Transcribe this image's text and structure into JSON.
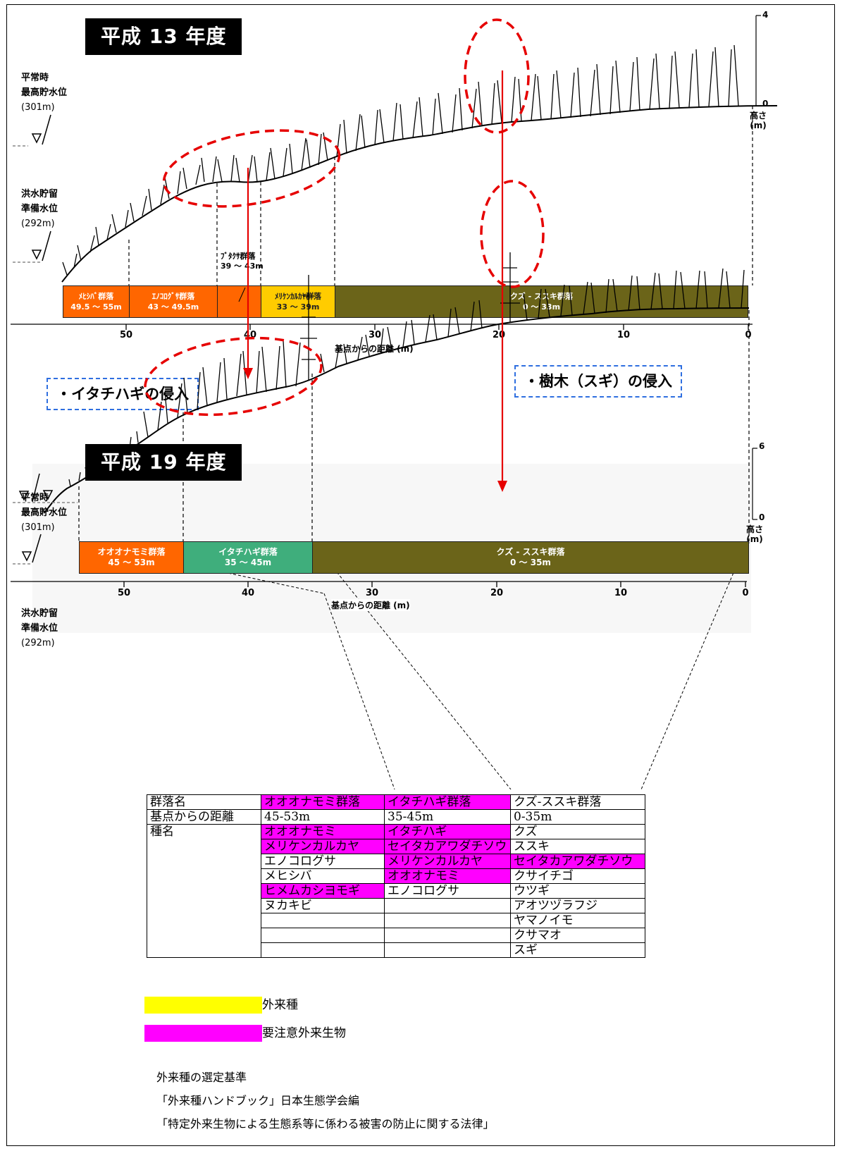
{
  "panel_top": {
    "year": "平成 13 年度",
    "normal_level": {
      "l1": "平常時",
      "l2": "最高貯水位",
      "value": "(301m)"
    },
    "flood_level": {
      "l1": "洪水貯留",
      "l2": "準備水位",
      "value": "(292m)"
    },
    "height_max": "4",
    "height_zero": "0",
    "height_label": "高さ",
    "height_unit": "(m)",
    "floating_label": {
      "name": "ﾌﾞﾀｸｻ群落",
      "range": "39 ～ 43m"
    },
    "bands": [
      {
        "name": "ﾒﾋｼﾊﾞ群落",
        "range": "49.5 ～ 55m",
        "color": "#ff6600"
      },
      {
        "name": "ｴﾉｺﾛｸﾞｻ群落",
        "range": "43 ～ 49.5m",
        "color": "#ff6600"
      },
      {
        "name": "",
        "range": "",
        "color": "#ff6600"
      },
      {
        "name": "ﾒﾘｹﾝｶﾙｶﾔ群落",
        "range": "33 ～ 39m",
        "color": "#ffcc00"
      },
      {
        "name": "クズ - ススキ群落",
        "range": "0 ～ 33m",
        "color": "#6b6419"
      }
    ],
    "axis_ticks": [
      "50",
      "40",
      "30",
      "20",
      "10",
      "0"
    ],
    "axis_title": "基点からの距離 (m)"
  },
  "annotations": {
    "left": "・イタチハギの侵入",
    "right": "・樹木（スギ）の侵入"
  },
  "panel_bottom": {
    "year": "平成 19 年度",
    "normal_level": {
      "l1": "平常時",
      "l2": "最高貯水位",
      "value": "(301m)"
    },
    "flood_level": {
      "l1": "洪水貯留",
      "l2": "準備水位",
      "value": "(292m)"
    },
    "height_max": "6",
    "height_zero": "0",
    "height_label": "高さ",
    "height_unit": "(m)",
    "bands": [
      {
        "name": "オオオナモミ群落",
        "range": "45 ～ 53m",
        "color": "#ff6600"
      },
      {
        "name": "イタチハギ群落",
        "range": "35 ～ 45m",
        "color": "#3fae7c"
      },
      {
        "name": "クズ - ススキ群落",
        "range": "0 ～ 35m",
        "color": "#6b6419"
      }
    ],
    "axis_ticks": [
      "50",
      "40",
      "30",
      "20",
      "10",
      "0"
    ],
    "axis_title": "基点からの距離 (m)"
  },
  "table": {
    "header": [
      "群落名",
      "オオオナモミ群落",
      "イタチハギ群落",
      "クズ-ススキ群落"
    ],
    "distance": [
      "基点からの距離",
      "45-53m",
      "35-45m",
      "0-35m"
    ],
    "species_label": "種名",
    "rows": [
      [
        {
          "t": "オオオナモミ",
          "h": "m"
        },
        {
          "t": "イタチハギ",
          "h": "m"
        },
        {
          "t": "クズ",
          "h": ""
        }
      ],
      [
        {
          "t": "メリケンカルカヤ",
          "h": "m"
        },
        {
          "t": "セイタカアワダチソウ",
          "h": "m"
        },
        {
          "t": "ススキ",
          "h": ""
        }
      ],
      [
        {
          "t": "エノコログサ",
          "h": ""
        },
        {
          "t": "メリケンカルカヤ",
          "h": "m"
        },
        {
          "t": "セイタカアワダチソウ",
          "h": "m"
        }
      ],
      [
        {
          "t": "メヒシバ",
          "h": ""
        },
        {
          "t": "オオオナモミ",
          "h": "m"
        },
        {
          "t": "クサイチゴ",
          "h": ""
        }
      ],
      [
        {
          "t": "ヒメムカシヨモギ",
          "h": "m"
        },
        {
          "t": "エノコログサ",
          "h": ""
        },
        {
          "t": "ウツギ",
          "h": ""
        }
      ],
      [
        {
          "t": "ヌカキビ",
          "h": ""
        },
        {
          "t": "",
          "h": ""
        },
        {
          "t": "アオツヅラフジ",
          "h": ""
        }
      ],
      [
        {
          "t": "",
          "h": ""
        },
        {
          "t": "",
          "h": ""
        },
        {
          "t": "ヤマノイモ",
          "h": ""
        }
      ],
      [
        {
          "t": "",
          "h": ""
        },
        {
          "t": "",
          "h": ""
        },
        {
          "t": "クサマオ",
          "h": ""
        }
      ],
      [
        {
          "t": "",
          "h": ""
        },
        {
          "t": "",
          "h": ""
        },
        {
          "t": "スギ",
          "h": ""
        }
      ]
    ]
  },
  "legend": [
    {
      "label": "外来種",
      "color": "#ffff00"
    },
    {
      "label": "要注意外来生物",
      "color": "#ff00ff"
    }
  ],
  "notes": [
    "外来種の選定基準",
    "「外来種ハンドブック」日本生態学会編",
    "「特定外来生物による生態系等に係わる被害の防止に関する法律」"
  ],
  "colors": {
    "highlight_magenta": "#ff00ff",
    "highlight_yellow": "#ffff00",
    "ellipse_red": "#e60000",
    "arrow_red": "#e60000",
    "box_blue": "#2f6fe0"
  }
}
